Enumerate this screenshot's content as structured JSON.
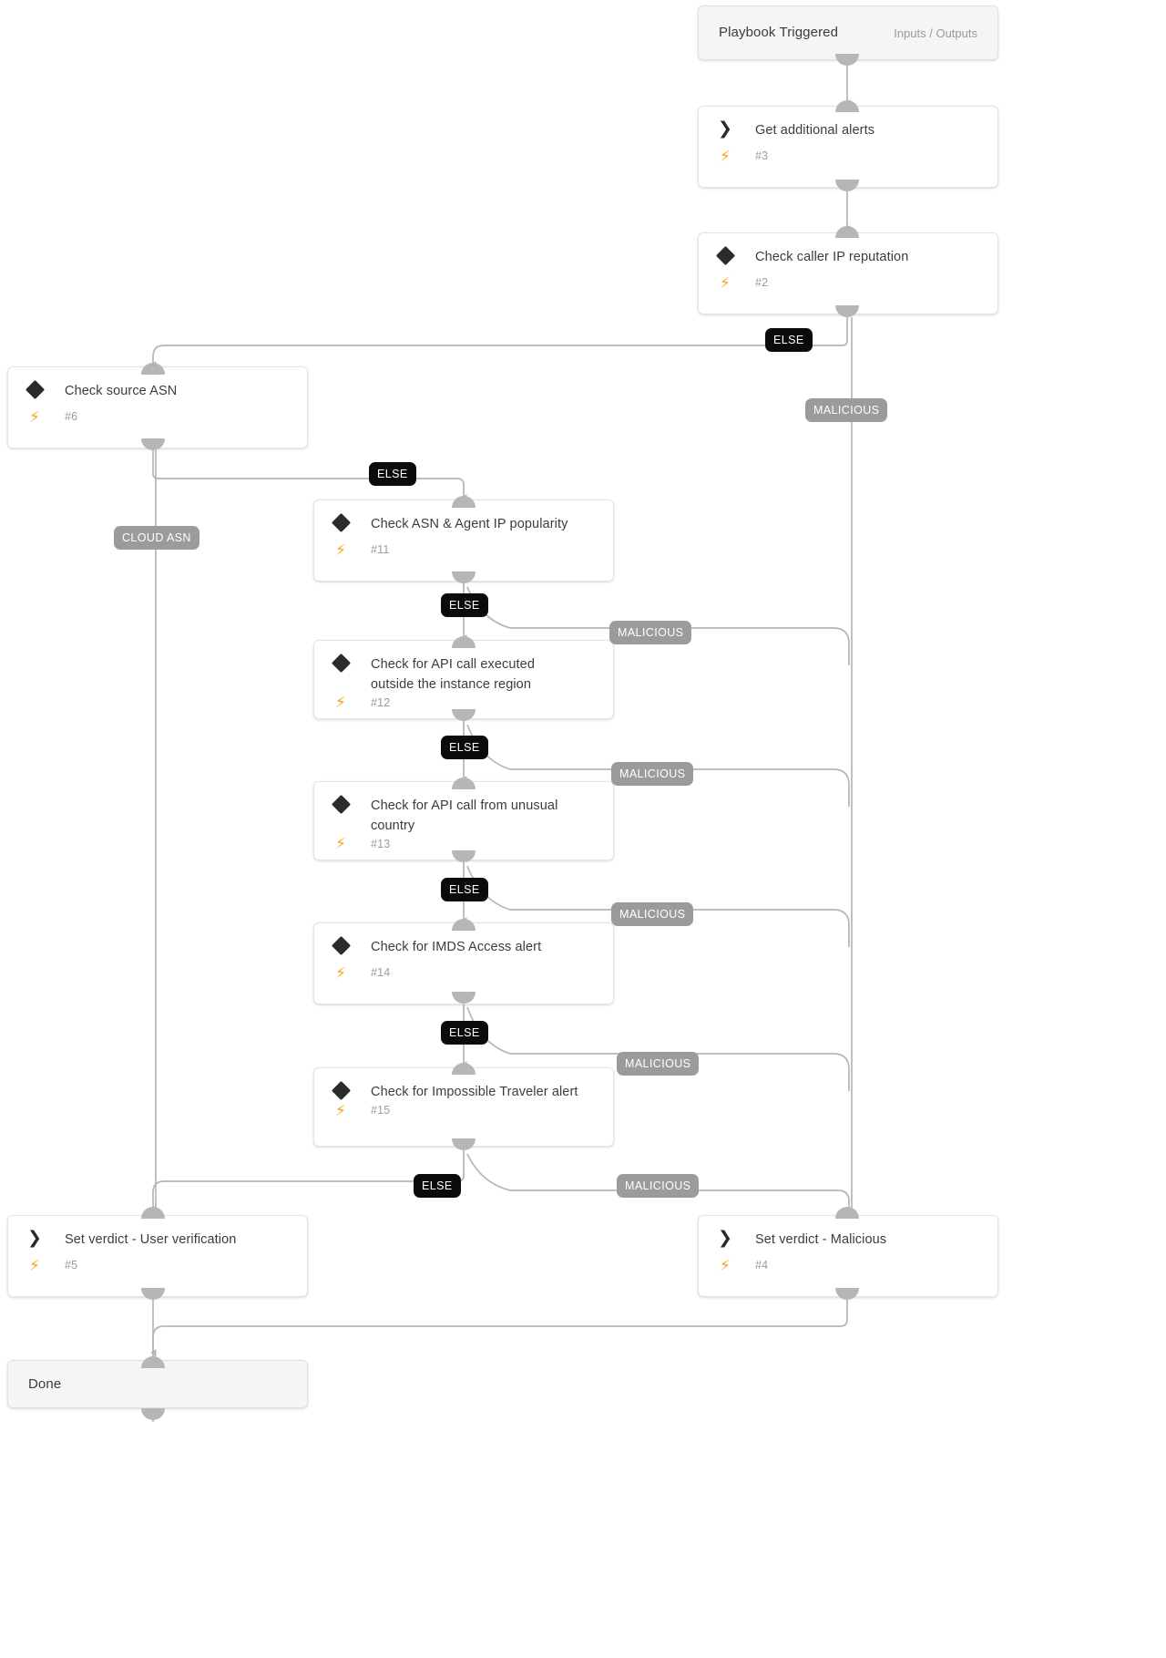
{
  "diagram": {
    "type": "playbook-flowchart",
    "title": "Playbook Triggered",
    "inputs_outputs_label": "Inputs / Outputs",
    "done_label": "Done",
    "colors": {
      "bolt": "#f5a623",
      "else_badge_bg": "#0b0b0b",
      "condition_badge_bg": "#9b9b9b",
      "edge": "#b6b6b6",
      "node_bg": "#ffffff",
      "terminal_bg": "#f4f5f5",
      "icon": "#2b2b2b"
    }
  },
  "nodes": [
    {
      "id": "trigger",
      "label": "Playbook Triggered",
      "meta": "Inputs / Outputs",
      "icon": "none",
      "kind": "terminal"
    },
    {
      "id": "n3",
      "label": "Get additional alerts",
      "num": "#3",
      "icon": "chevron-right-icon",
      "kind": "action"
    },
    {
      "id": "n2",
      "label": "Check caller IP reputation",
      "num": "#2",
      "icon": "diamond-icon",
      "kind": "condition"
    },
    {
      "id": "n6",
      "label": "Check source ASN",
      "num": "#6",
      "icon": "diamond-icon",
      "kind": "condition"
    },
    {
      "id": "n11",
      "label": "Check ASN & Agent IP popularity",
      "num": "#11",
      "icon": "diamond-icon",
      "kind": "condition"
    },
    {
      "id": "n12",
      "label": "Check for API call executed outside the instance region",
      "num": "#12",
      "icon": "diamond-icon",
      "kind": "condition"
    },
    {
      "id": "n13",
      "label": "Check for API call from unusual country",
      "num": "#13",
      "icon": "diamond-icon",
      "kind": "condition"
    },
    {
      "id": "n14",
      "label": "Check for IMDS Access alert",
      "num": "#14",
      "icon": "diamond-icon",
      "kind": "condition"
    },
    {
      "id": "n15",
      "label": "Check for Impossible Traveler alert",
      "num": "#15",
      "icon": "diamond-icon",
      "kind": "condition"
    },
    {
      "id": "n5",
      "label": "Set verdict - User verification",
      "num": "#5",
      "icon": "chevron-right-icon",
      "kind": "action"
    },
    {
      "id": "n4",
      "label": "Set verdict - Malicious",
      "num": "#4",
      "icon": "chevron-right-icon",
      "kind": "action"
    },
    {
      "id": "done",
      "label": "Done",
      "icon": "none",
      "kind": "terminal"
    }
  ],
  "bolt_glyph": "⚡",
  "chevron_glyph": "❯",
  "badges": {
    "else": "ELSE",
    "malicious": "MALICIOUS",
    "cloud_asn": "CLOUD ASN"
  },
  "edge_labels": [
    {
      "from": "n2",
      "label": "ELSE",
      "style": "else"
    },
    {
      "from": "n2",
      "label": "MALICIOUS",
      "style": "cond"
    },
    {
      "from": "n6",
      "label": "ELSE",
      "style": "else"
    },
    {
      "from": "n6",
      "label": "CLOUD ASN",
      "style": "cond"
    },
    {
      "from": "n11",
      "label": "ELSE",
      "style": "else"
    },
    {
      "from": "n11",
      "label": "MALICIOUS",
      "style": "cond"
    },
    {
      "from": "n12",
      "label": "ELSE",
      "style": "else"
    },
    {
      "from": "n12",
      "label": "MALICIOUS",
      "style": "cond"
    },
    {
      "from": "n13",
      "label": "ELSE",
      "style": "else"
    },
    {
      "from": "n13",
      "label": "MALICIOUS",
      "style": "cond"
    },
    {
      "from": "n14",
      "label": "ELSE",
      "style": "else"
    },
    {
      "from": "n14",
      "label": "MALICIOUS",
      "style": "cond"
    },
    {
      "from": "n15",
      "label": "ELSE",
      "style": "else"
    },
    {
      "from": "n15",
      "label": "MALICIOUS",
      "style": "cond"
    }
  ]
}
